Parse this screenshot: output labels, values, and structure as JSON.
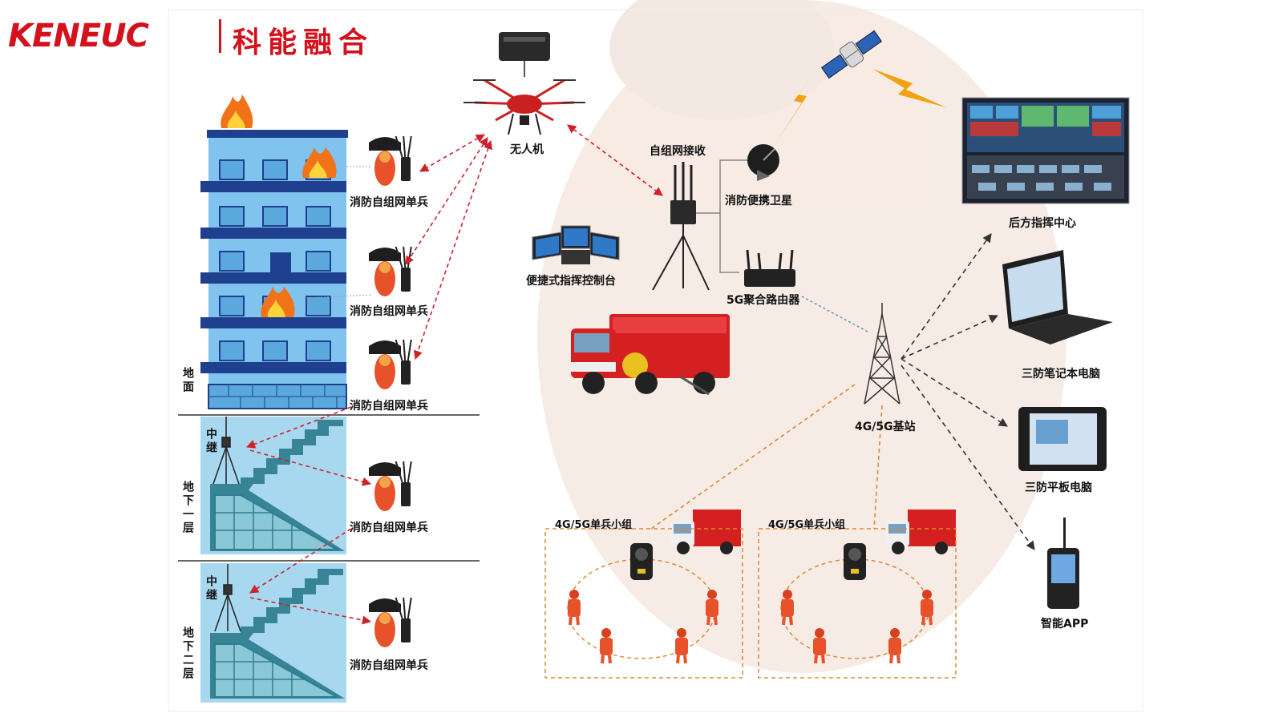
{
  "logo": {
    "latin": "KENEUC",
    "cn": "科能融合"
  },
  "labels": {
    "drone": "无人机",
    "mesh_rx": "自组网接收",
    "sat": "消防便携卫星",
    "command_center": "后方指挥中心",
    "console": "便捷式指挥控制台",
    "router": "5G聚合路由器",
    "laptop": "三防笔记本电脑",
    "tablet": "三防平板电脑",
    "app": "智能APP",
    "base_station": "4G/5G基站",
    "team1": "4G/5G单兵小组",
    "team2": "4G/5G单兵小组",
    "soldier1": "消防自组网单兵",
    "soldier2": "消防自组网单兵",
    "soldier3": "消防自组网单兵",
    "soldier4": "消防自组网单兵",
    "soldier5": "消防自组网单兵",
    "ground": "地面",
    "relay1": "中继",
    "relay2": "中继",
    "b1": "地下一层",
    "b2": "地下二层"
  },
  "colors": {
    "brand": "#d4121d",
    "building": "#7fc3ee",
    "building_dark": "#1f3f8f",
    "basement": "#a8d8ef",
    "link_red": "#d0202a",
    "link_black": "#333333",
    "link_orange": "#d88a3a",
    "bolt": "#f2a20c",
    "firefighter": "#e8522a"
  }
}
